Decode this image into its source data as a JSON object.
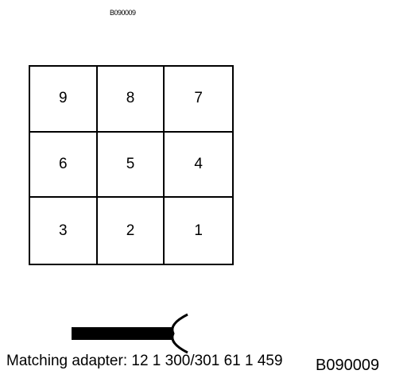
{
  "header": {
    "small_code": "B090009"
  },
  "pin_grid": {
    "rows": [
      [
        "9",
        "8",
        "7"
      ],
      [
        "6",
        "5",
        "4"
      ],
      [
        "3",
        "2",
        "1"
      ]
    ]
  },
  "adapter": {
    "icon": "cable-connector-icon",
    "caption": "Matching adapter: 12 1 300/301 61 1 459",
    "figure_code": "B090009"
  }
}
